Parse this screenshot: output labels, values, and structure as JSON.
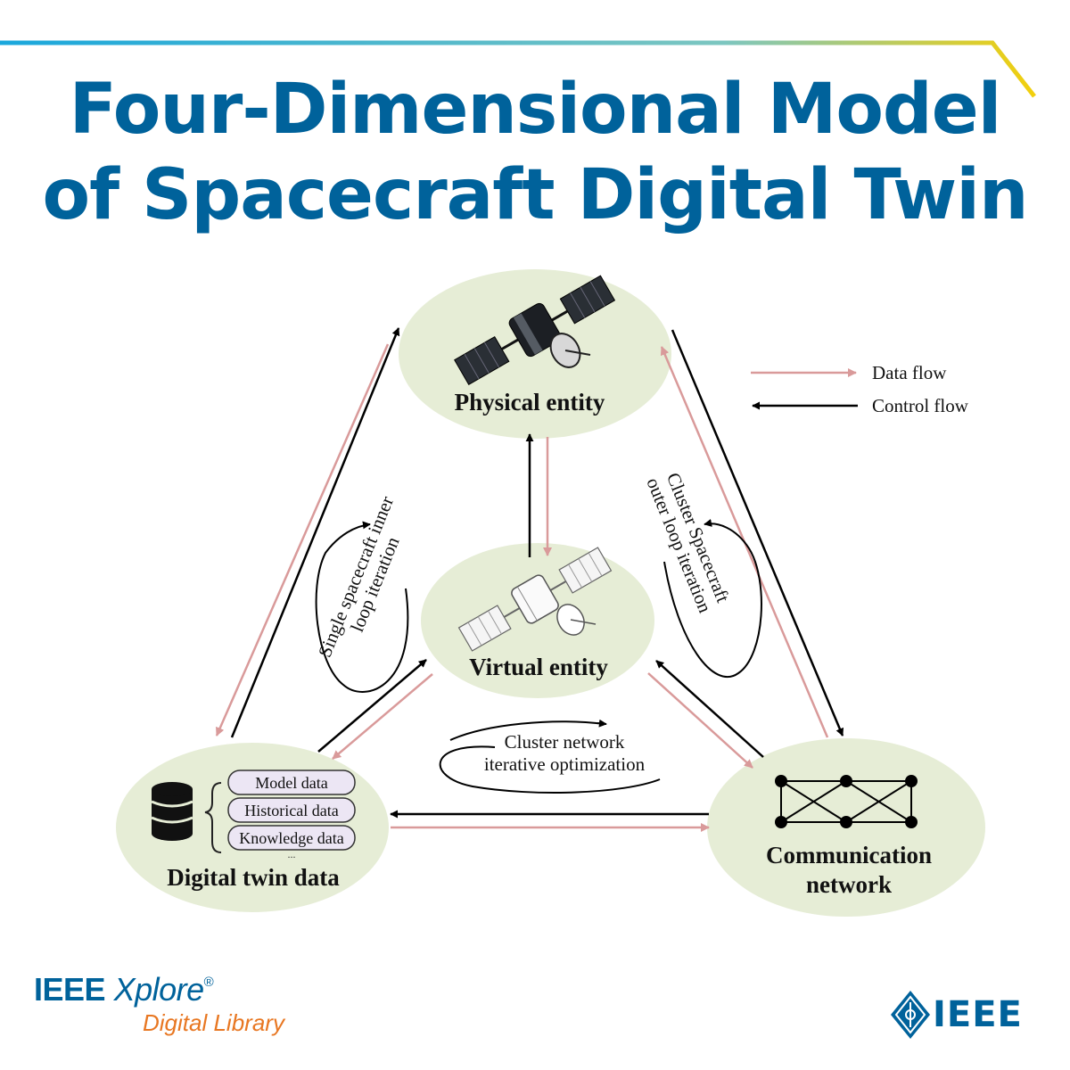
{
  "title": {
    "line1": "Four-Dimensional Model",
    "line2": "of Spacecraft Digital Twin"
  },
  "nodes": {
    "physical": {
      "label": "Physical entity",
      "icon": "satellite-icon"
    },
    "virtual": {
      "label": "Virtual entity",
      "icon": "satellite-outline-icon"
    },
    "data": {
      "label": "Digital twin data",
      "icon": "database-icon",
      "items": [
        "Model data",
        "Historical data",
        "Knowledge data"
      ],
      "more": "..."
    },
    "network": {
      "label_line1": "Communication",
      "label_line2": "network",
      "icon": "network-graph-icon"
    }
  },
  "loops": {
    "inner": {
      "line1": "Single spacecraft inner",
      "line2": "loop iteration"
    },
    "outer": {
      "line1": "Cluster Spacecraft",
      "line2": "outer  loop iteration"
    },
    "network": {
      "line1": "Cluster network",
      "line2": "iterative optimization"
    }
  },
  "legend": {
    "data_flow": "Data flow",
    "control_flow": "Control flow"
  },
  "colors": {
    "title": "#00629b",
    "node_fill": "#e6edd6",
    "data_flow": "#d99a9a",
    "control_flow": "#000000",
    "accent_line_start": "#1aa7dc",
    "accent_line_end": "#f2cf0c",
    "brand_orange": "#e87722"
  },
  "footer": {
    "brand_ieee": "IEEE",
    "brand_xplore": "Xplore",
    "brand_reg": "®",
    "brand_sub": "Digital Library",
    "ieee_logo_text": "IEEE"
  }
}
